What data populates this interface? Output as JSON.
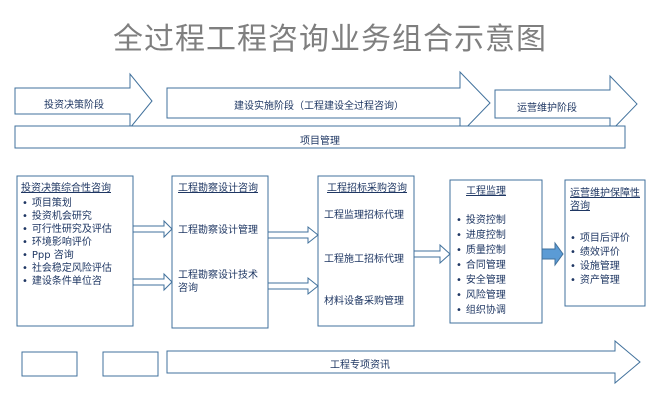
{
  "title": "全过程工程咨询业务组合示意图",
  "phases": {
    "p1": "投资决策阶段",
    "p2": "建设实施阶段（工程建设全过程咨询）",
    "p3": "运营维护阶段"
  },
  "project_management": "项目管理",
  "box1": {
    "heading": "投资决策综合性咨询",
    "items": [
      "项目策划",
      "投资机会研究",
      "可行性研究及评估",
      "环境影响评价",
      "Ppp 咨询",
      "社会稳定风险评估",
      "建设条件单位咨"
    ]
  },
  "box2": {
    "heading": "工程勘察设计咨询",
    "line1": "工程勘察设计管理",
    "line2": "工程勘察设计技术咨询"
  },
  "box3": {
    "heading": "工程招标采购咨询",
    "line1": "工程监理招标代理",
    "line2": "工程施工招标代理",
    "line3": "材料设备采购管理"
  },
  "box4": {
    "heading": "工程监理",
    "items": [
      "投资控制",
      "进度控制",
      "质量控制",
      "合同管理",
      "安全管理",
      "风险管理",
      "组织协调"
    ]
  },
  "box5": {
    "heading": "运营维护保障性咨询",
    "items": [
      "项目后评价",
      "绩效评价",
      "设施管理",
      "资产管理"
    ]
  },
  "special_consulting": "工程专项资讯",
  "colors": {
    "border": "#41719c",
    "text": "#1f3763",
    "fill": "#eaf1fa",
    "arrow": "#5b9bd5",
    "title": "#7f7f7f"
  }
}
